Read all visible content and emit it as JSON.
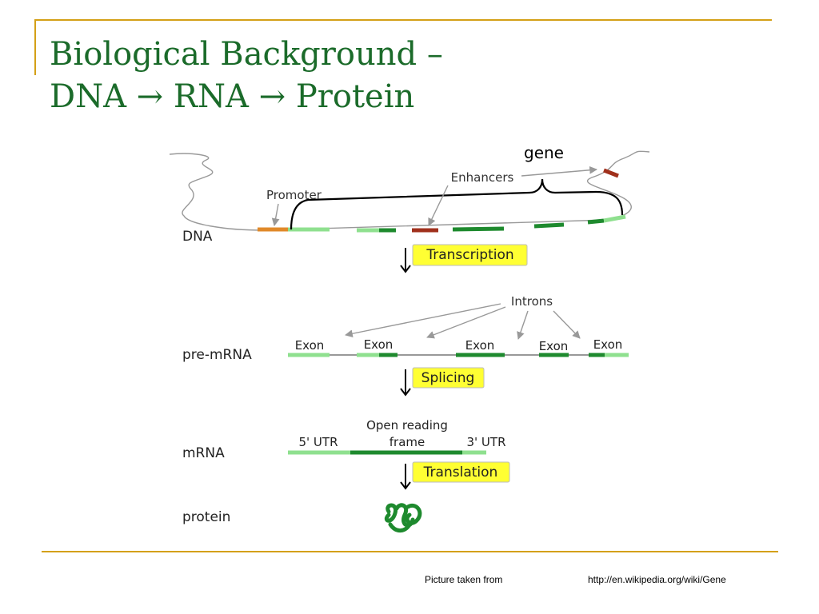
{
  "slide": {
    "title_line1": "Biological Background –",
    "title_line2": "DNA → RNA → Protein"
  },
  "diagram": {
    "gene_label": "gene",
    "enhancers_label": "Enhancers",
    "promoter_label": "Promoter",
    "dna_label": "DNA",
    "transcription_label": "Transcription",
    "introns_label": "Introns",
    "exon_labels": [
      "Exon",
      "Exon",
      "Exon",
      "Exon",
      "Exon"
    ],
    "pre_mrna_label": "pre-mRNA",
    "splicing_label": "Splicing",
    "orf_label_line1": "Open reading",
    "orf_label_line2": "frame",
    "utr5_label": "5' UTR",
    "utr3_label": "3' UTR",
    "mrna_label": "mRNA",
    "translation_label": "Translation",
    "protein_label": "protein",
    "colors": {
      "exon_light": "#8fe08f",
      "exon_dark": "#1e8a2e",
      "promoter": "#e0892a",
      "enhancer": "#a0301c",
      "process_box": "#ffff33"
    }
  },
  "footer": {
    "source_prefix": "Picture taken from",
    "source_url": "http://en.wikipedia.org/wiki/Gene"
  }
}
